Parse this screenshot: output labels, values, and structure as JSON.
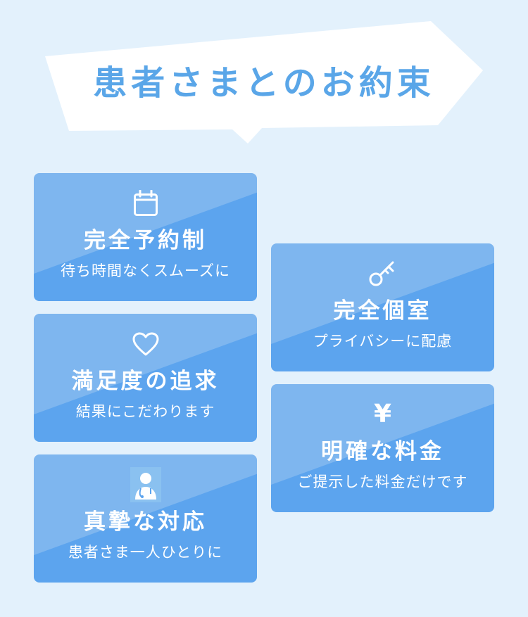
{
  "header": {
    "title": "患者さまとのお約束"
  },
  "cards": [
    {
      "icon": "calendar-icon",
      "title": "完全予約制",
      "subtitle": "待ち時間なくスムーズに"
    },
    {
      "icon": "heart-icon",
      "title": "満足度の追求",
      "subtitle": "結果にこだわります"
    },
    {
      "icon": "doctor-icon",
      "title": "真摯な対応",
      "subtitle": "患者さま一人ひとりに"
    },
    {
      "icon": "key-icon",
      "title": "完全個室",
      "subtitle": "プライバシーに配慮"
    },
    {
      "icon": "yen-icon",
      "glyph": "¥",
      "title": "明確な料金",
      "subtitle": "ご提示した料金だけです"
    }
  ],
  "colors": {
    "background": "#e3f1fc",
    "banner": "#ffffff",
    "title_text": "#5aa6e8",
    "card_light": "#7eb6ef",
    "card_dark": "#5ca4ee"
  }
}
